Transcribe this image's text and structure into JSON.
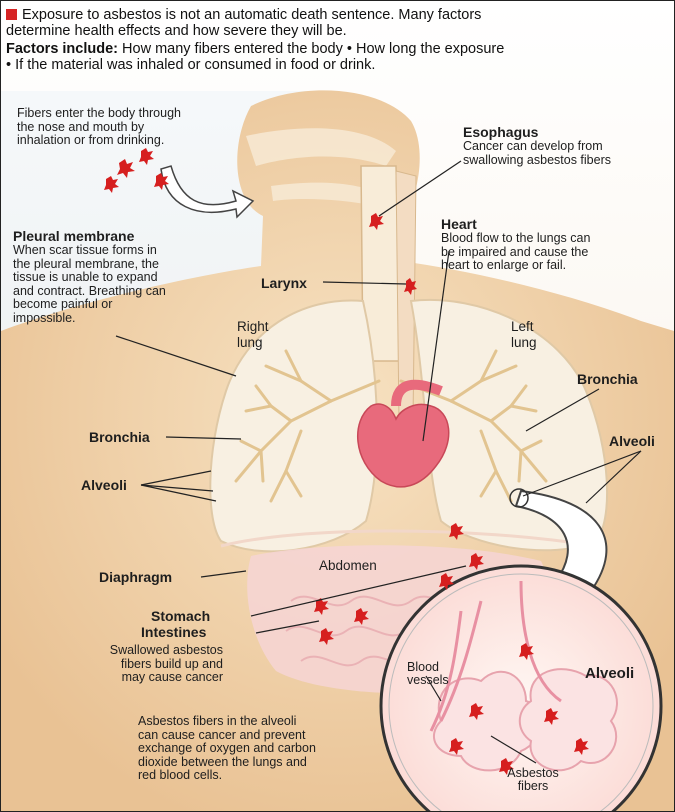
{
  "header": {
    "line1": "Exposure to asbestos is not an automatic death sentence. Many factors",
    "line2": "determine health effects and how severe they will be.",
    "factors_label": "Factors include:",
    "factor1": "How many fibers entered the body",
    "factor2": "How long the exposure",
    "factor3": "If the material was inhaled or consumed in food or drink."
  },
  "fibers_enter": [
    "Fibers enter the body through",
    "the nose and mouth by",
    "inhalation or from drinking."
  ],
  "esophagus": {
    "title": "Esophagus",
    "text": [
      "Cancer can develop from",
      "swallowing asbestos fibers"
    ]
  },
  "pleural": {
    "title": "Pleural membrane",
    "text": [
      "When scar tissue forms in",
      "the pleural membrane, the",
      "tissue is unable to expand",
      "and contract. Breathing can",
      "become painful or",
      "impossible."
    ]
  },
  "heart": {
    "title": "Heart",
    "text": [
      "Blood flow to the lungs can",
      "be impaired and cause the",
      "heart to enlarge or fail."
    ]
  },
  "larynx": "Larynx",
  "right_lung": [
    "Right",
    "lung"
  ],
  "left_lung": [
    "Left",
    "lung"
  ],
  "bronchia_left": "Bronchia",
  "bronchia_right": "Bronchia",
  "alveoli_left": "Alveoli",
  "alveoli_right": "Alveoli",
  "alveoli_zoom": "Alveoli",
  "abdomen": "Abdomen",
  "diaphragm": "Diaphragm",
  "stomach": "Stomach",
  "intestines": "Intestines",
  "swallowed": [
    "Swallowed asbestos",
    "fibers build up and",
    "may cause cancer"
  ],
  "alveoli_note": [
    "Asbestos fibers in the alveoli",
    "can cause cancer and prevent",
    "exchange of oxygen and carbon",
    "dioxide between the lungs and",
    "red blood cells."
  ],
  "blood_vessels": [
    "Blood",
    "vessels"
  ],
  "asbestos_fibers": [
    "Asbestos",
    "fibers"
  ],
  "colors": {
    "bullet": "#d62424",
    "skin": "#efd3a8",
    "lung": "#f7eedf",
    "heart": "#e86a7c",
    "fiber": "#d61f1f"
  }
}
